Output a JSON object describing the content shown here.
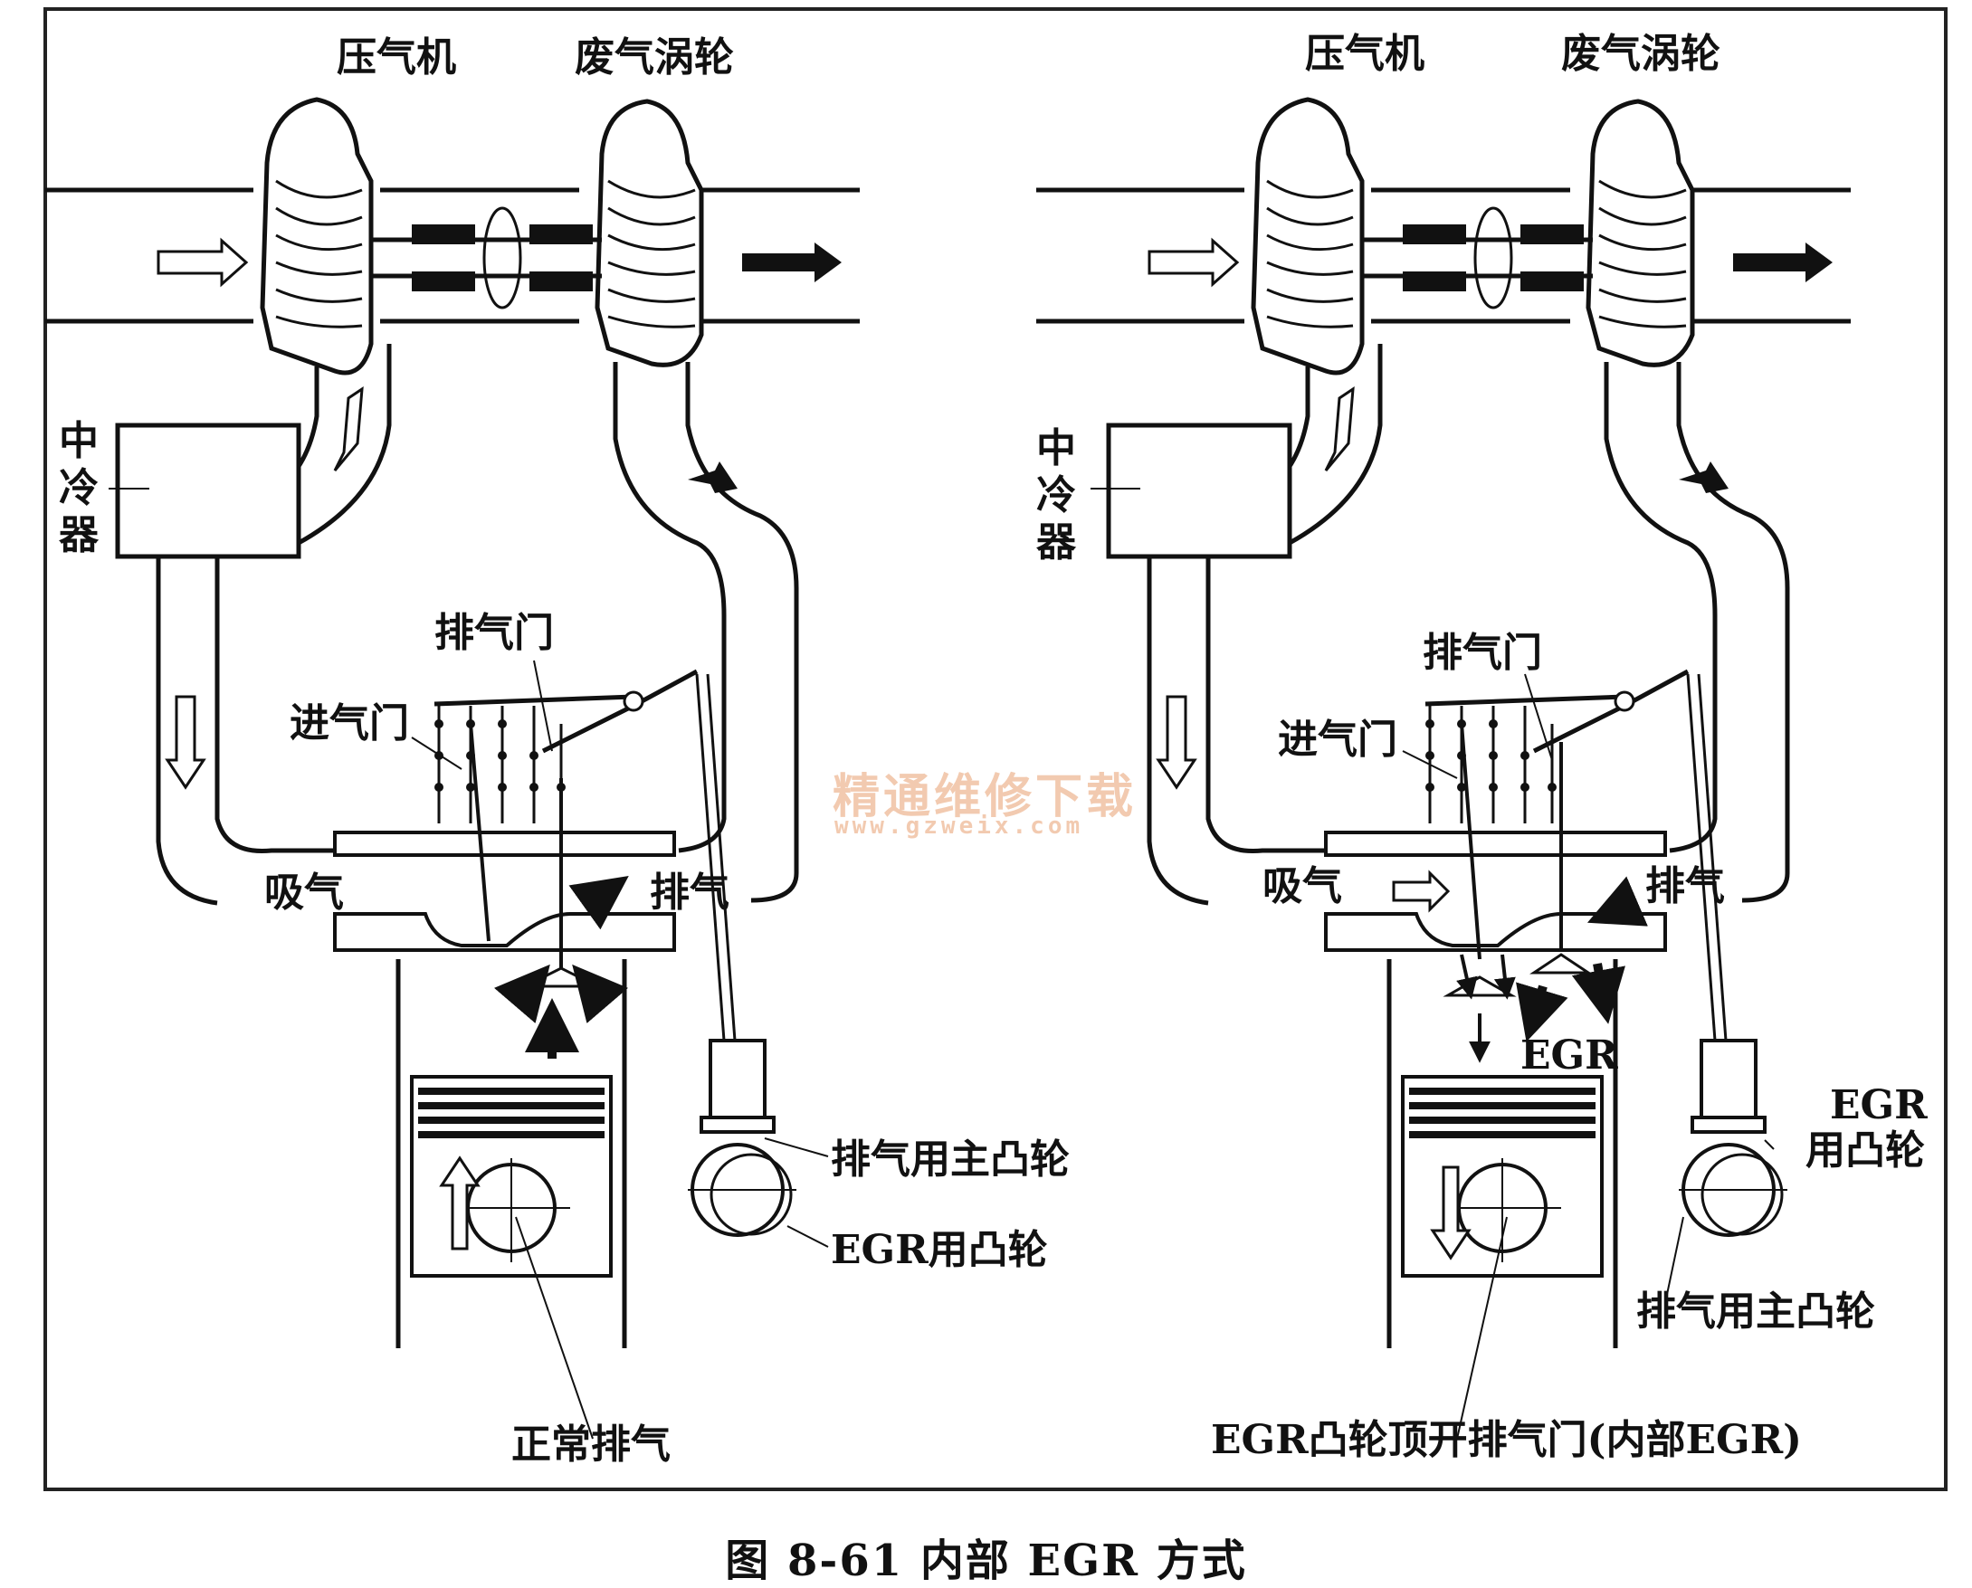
{
  "left_panel": {
    "compressor": "压气机",
    "turbine": "废气涡轮",
    "intercooler": "中冷器",
    "exhaust_valve": "排气门",
    "intake_valve": "进气门",
    "intake": "吸气",
    "exhaust": "排气",
    "main_exhaust_cam": "排气用主凸轮",
    "egr_cam": "EGR用凸轮",
    "note": "正常排气"
  },
  "right_panel": {
    "compressor": "压气机",
    "turbine": "废气涡轮",
    "intercooler": "中冷器",
    "exhaust_valve": "排气门",
    "intake_valve": "进气门",
    "intake": "吸气",
    "exhaust": "排气",
    "egr": "EGR",
    "egr_cam_line1": "EGR",
    "egr_cam_line2": "用凸轮",
    "main_exhaust_cam": "排气用主凸轮",
    "note": "EGR凸轮顶开排气门(内部EGR)"
  },
  "watermark": {
    "text": "精通维修下载",
    "url": "www.gzweix.com",
    "color": "#e8a070"
  },
  "caption": "图 8-61    内部 EGR 方式"
}
